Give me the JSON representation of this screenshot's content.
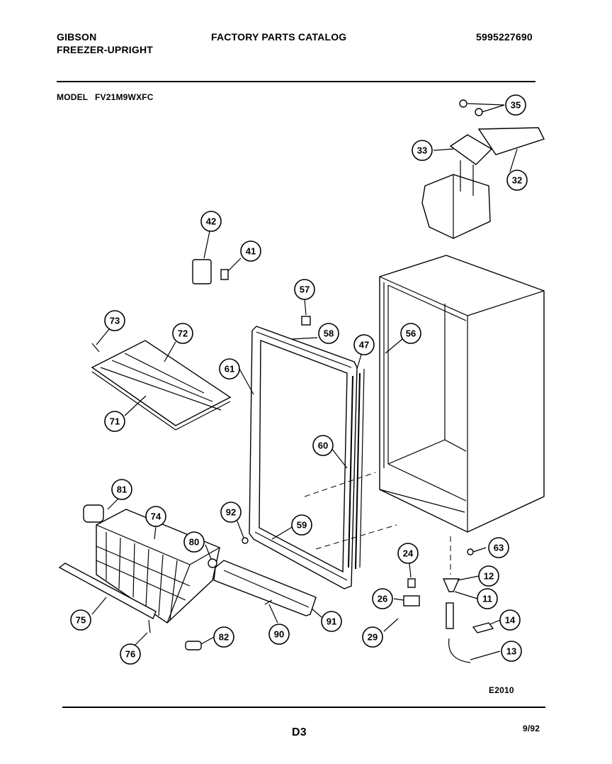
{
  "header": {
    "brand": "GIBSON",
    "product": "FREEZER-UPRIGHT",
    "catalog_title": "FACTORY PARTS CATALOG",
    "catalog_number": "5995227690",
    "model_label": "MODEL",
    "model_number": "FV21M9WXFC"
  },
  "footer": {
    "drawing_code": "E2010",
    "page": "D3",
    "date": "9/92"
  },
  "callouts": [
    "35",
    "33",
    "32",
    "42",
    "41",
    "57",
    "58",
    "47",
    "56",
    "73",
    "72",
    "61",
    "71",
    "60",
    "81",
    "74",
    "92",
    "59",
    "80",
    "63",
    "24",
    "12",
    "11",
    "26",
    "14",
    "75",
    "90",
    "91",
    "29",
    "76",
    "82",
    "13"
  ]
}
